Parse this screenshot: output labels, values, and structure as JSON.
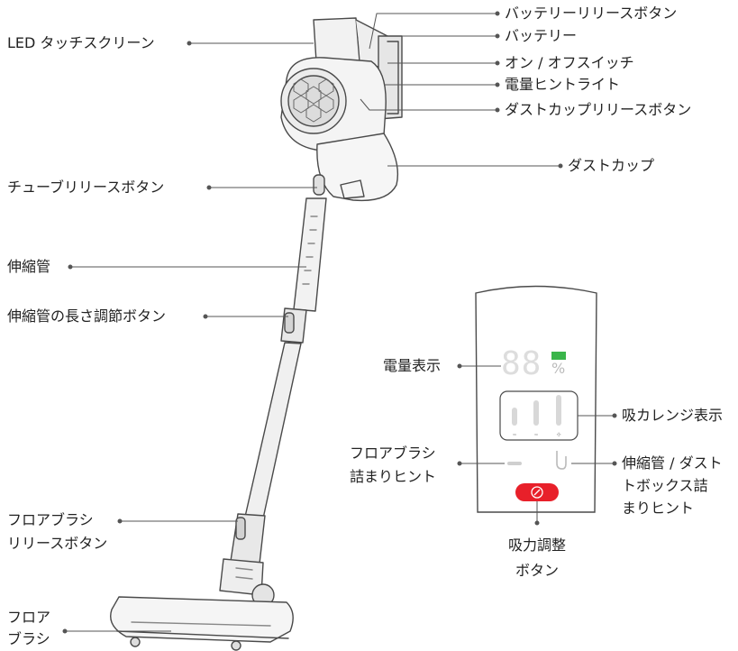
{
  "labels": {
    "led_touchscreen": "LED タッチスクリーン",
    "tube_release": "チューブリリースボタン",
    "extension_tube": "伸縮管",
    "tube_length_button": "伸縮管の長さ調節ボタン",
    "floor_brush_release_1": "フロアブラシ",
    "floor_brush_release_2": "リリースボタン",
    "floor_brush_1": "フロア",
    "floor_brush_2": "ブラシ",
    "battery_release": "バッテリーリリースボタン",
    "battery": "バッテリー",
    "power_switch": "オン / オフスイッチ",
    "charge_hint": "電量ヒントライト",
    "dustcup_release": "ダストカップリリースボタン",
    "dustcup": "ダストカップ",
    "charge_display": "電量表示",
    "suction_range": "吸カレンジ表示",
    "brush_clog_1": "フロアブラシ",
    "brush_clog_2": "詰まりヒント",
    "tube_clog_1": "伸縮管 / ダスト",
    "tube_clog_2": "トボックス詰",
    "tube_clog_3": "まりヒント",
    "suction_button_1": "吸力調整",
    "suction_button_2": "ボタン"
  },
  "display": {
    "digits": "88",
    "percent": "%"
  },
  "colors": {
    "line": "#555555",
    "outline": "#4a4a4a",
    "battery_green": "#3ab54a",
    "button_red": "#e8202a"
  }
}
